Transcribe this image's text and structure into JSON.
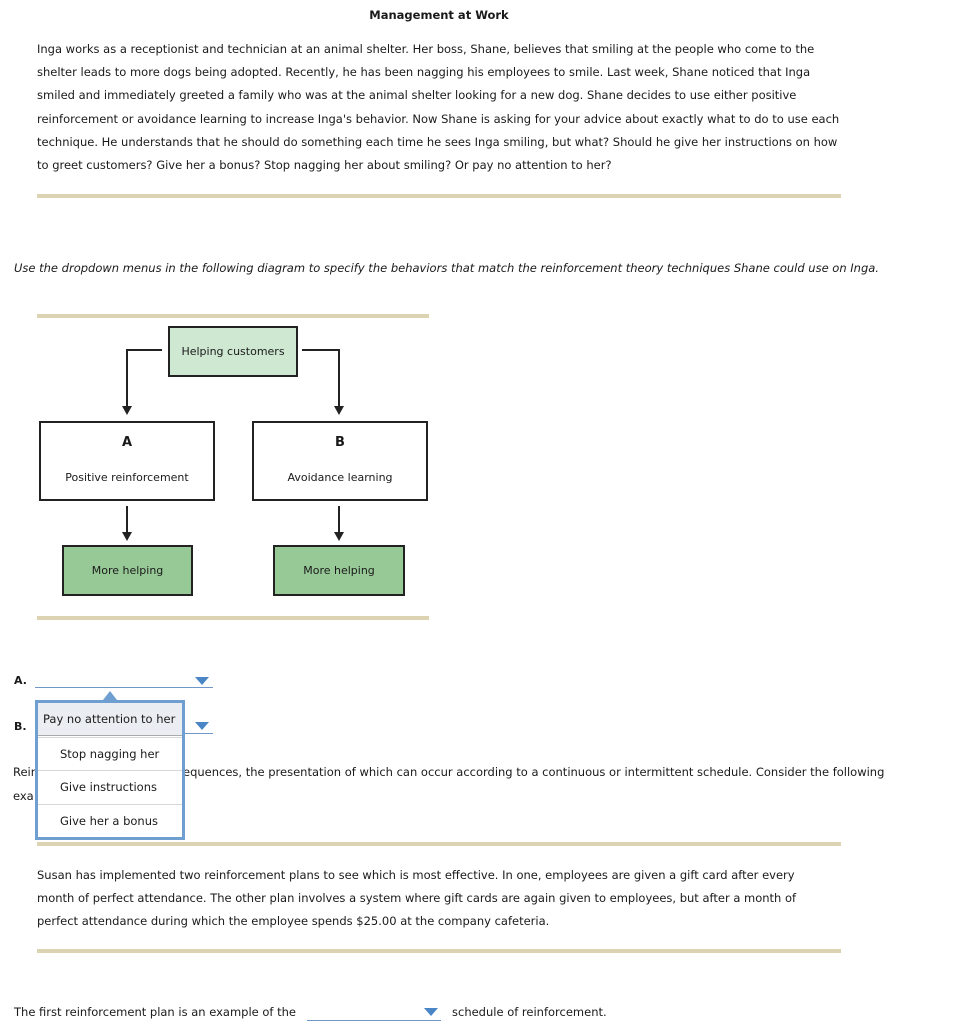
{
  "title": "Management at Work",
  "scenario": "Inga works as a receptionist and technician at an animal shelter. Her boss, Shane, believes that smiling at the people who come to the shelter leads to more dogs being adopted. Recently, he has been nagging his employees to smile. Last week, Shane noticed that Inga smiled and immediately greeted a family who was at the animal shelter looking for a new dog. Shane decides to use either positive reinforcement or avoidance learning to increase Inga's behavior. Now Shane is asking for your advice about exactly what to do to use each technique. He understands that he should do something each time he sees Inga smiling, but what? Should he give her instructions on how to greet customers? Give her a bonus? Stop nagging her about smiling? Or pay no attention to her?",
  "instruction": "Use the dropdown menus in the following diagram to specify the behaviors that match the reinforcement theory techniques Shane could use on Inga.",
  "diagram": {
    "top": "Helping customers",
    "left": {
      "letter": "A",
      "label": "Positive reinforcement",
      "result": "More helping"
    },
    "right": {
      "letter": "B",
      "label": "Avoidance learning",
      "result": "More helping"
    }
  },
  "questions": {
    "a_label": "A.",
    "a_value": "",
    "b_label": "B.",
    "b_value": ""
  },
  "dropdown_menu": {
    "options": [
      "Pay no attention to her",
      "Stop nagging her",
      "Give instructions",
      "Give her a bonus"
    ]
  },
  "part2": {
    "line1_left": "Reir",
    "line1_right": "equences, the presentation of which can occur according to a continuous or intermittent schedule. Consider the following",
    "line2_left": "exa",
    "example": "Susan has implemented two reinforcement plans to see which is most effective. In one, employees are given a gift card after every month of perfect attendance. The other plan involves a system where gift cards are again given to employees, but after a month of perfect attendance during which the employee spends $25.00 at the company cafeteria.",
    "sentence_start": "The first reinforcement plan is an example of the",
    "sentence_value": "",
    "sentence_end": "schedule of reinforcement."
  },
  "colors": {
    "rule": "#dcd3b2",
    "top_box": "#cfe8d2",
    "green_box": "#97c997",
    "dropdown_accent": "#4a86c5"
  }
}
